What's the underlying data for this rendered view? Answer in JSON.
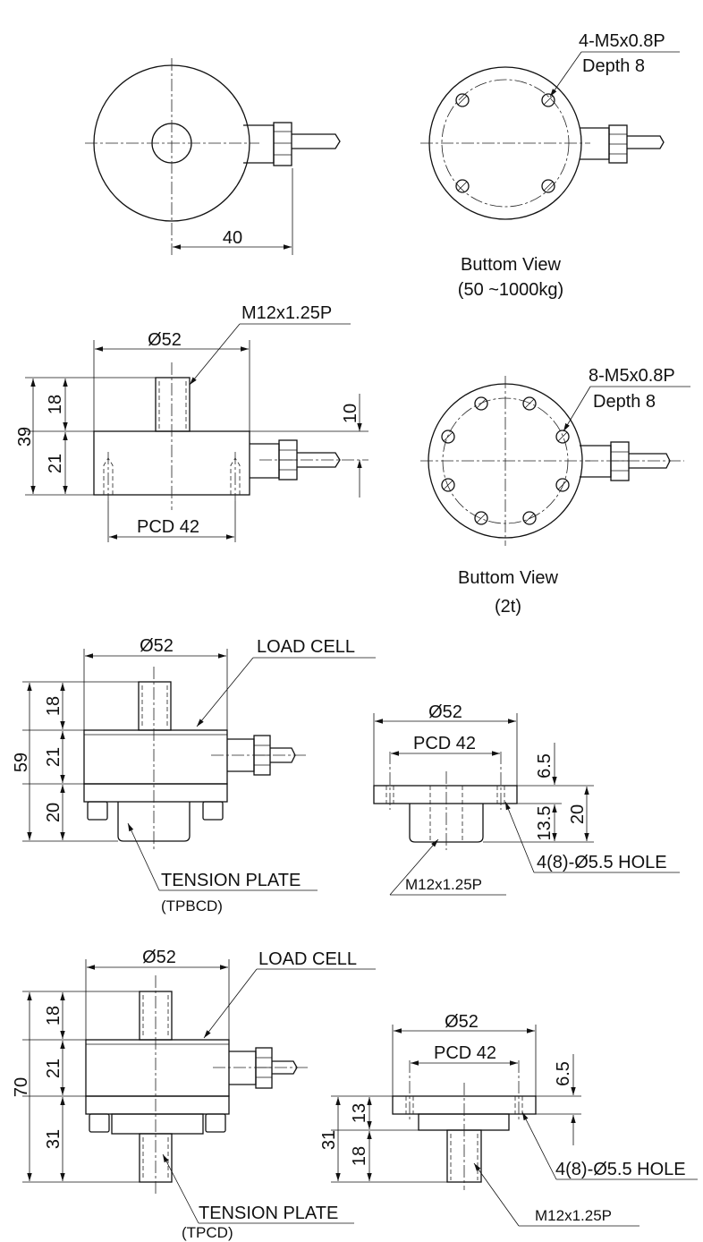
{
  "views": {
    "top_left": {
      "dim_40": "40"
    },
    "bottom_view_1": {
      "note_line1": "4-M5x0.8P",
      "note_line2": "Depth 8",
      "caption_line1": "Buttom View",
      "caption_line2": "(50 ~1000kg)"
    },
    "side_view": {
      "dia_52": "Ø52",
      "thread": "M12x1.25P",
      "dim_39": "39",
      "dim_18": "18",
      "dim_21": "21",
      "dim_10": "10",
      "pcd": "PCD 42"
    },
    "bottom_view_2": {
      "note_line1": "8-M5x0.8P",
      "note_line2": "Depth 8",
      "caption_line1": "Buttom View",
      "caption_line2": "(2t)"
    },
    "assembly_tpbcd": {
      "dia_52": "Ø52",
      "load_cell": "LOAD CELL",
      "dim_59": "59",
      "dim_18": "18",
      "dim_21": "21",
      "dim_20": "20",
      "plate_line1": "TENSION PLATE",
      "plate_line2": "(TPBCD)"
    },
    "plate_tpbcd": {
      "dia_52": "Ø52",
      "pcd": "PCD 42",
      "dim_6_5": "6.5",
      "dim_13_5": "13.5",
      "dim_20": "20",
      "hole": "4(8)-Ø5.5 HOLE",
      "thread": "M12x1.25P"
    },
    "assembly_tpcd": {
      "dia_52": "Ø52",
      "load_cell": "LOAD CELL",
      "dim_70": "70",
      "dim_18": "18",
      "dim_21": "21",
      "dim_31": "31",
      "plate_line1": "TENSION PLATE",
      "plate_line2": "(TPCD)"
    },
    "plate_tpcd": {
      "dia_52": "Ø52",
      "pcd": "PCD 42",
      "dim_6_5": "6.5",
      "dim_13": "13",
      "dim_18": "18",
      "dim_31": "31",
      "hole": "4(8)-Ø5.5 HOLE",
      "thread": "M12x1.25P"
    }
  }
}
